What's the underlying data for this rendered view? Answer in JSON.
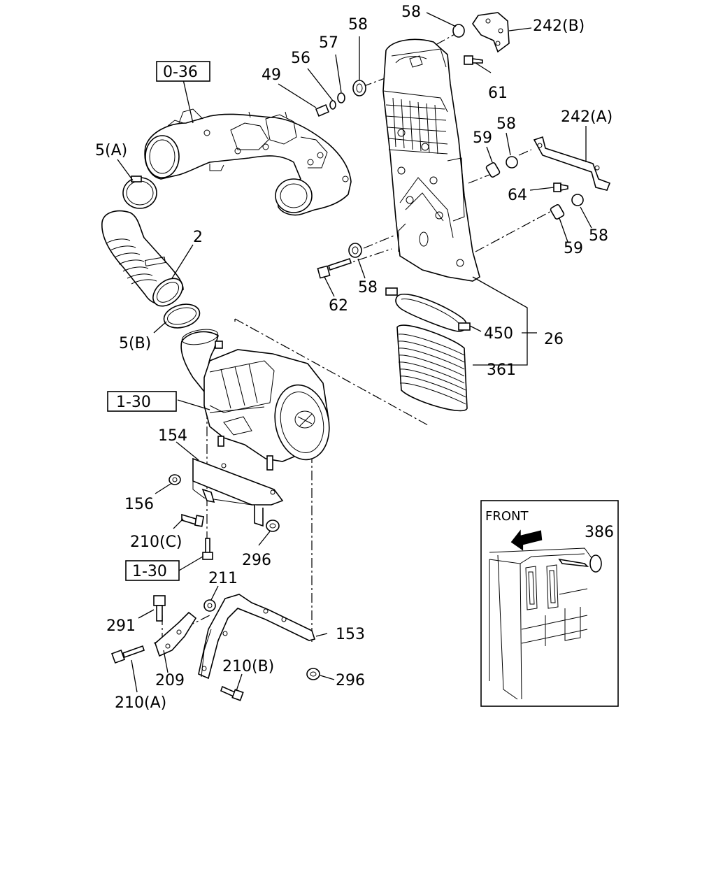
{
  "callouts": {
    "p58_top": "58",
    "p242b": "242(B)",
    "p57": "57",
    "p58_b": "58",
    "p56": "56",
    "p49": "49",
    "p0_36": "0-36",
    "p61": "61",
    "p242a": "242(A)",
    "p5a": "5(A)",
    "p59_a": "59",
    "p58_c": "58",
    "p64": "64",
    "p2": "2",
    "p58_d": "58",
    "p59_b": "59",
    "p62": "62",
    "p58_e": "58",
    "p5b": "5(B)",
    "p450": "450",
    "p26": "26",
    "p361": "361",
    "p1_30_a": "1-30",
    "p154": "154",
    "p156": "156",
    "p210c": "210(C)",
    "p296_a": "296",
    "p1_30_b": "1-30",
    "p211": "211",
    "p291": "291",
    "p153": "153",
    "p209": "209",
    "p210b": "210(B)",
    "p296_b": "296",
    "p210a": "210(A)",
    "p386": "386"
  },
  "inset": {
    "front_label": "FRONT",
    "icons": [
      "arrow-icon"
    ]
  }
}
